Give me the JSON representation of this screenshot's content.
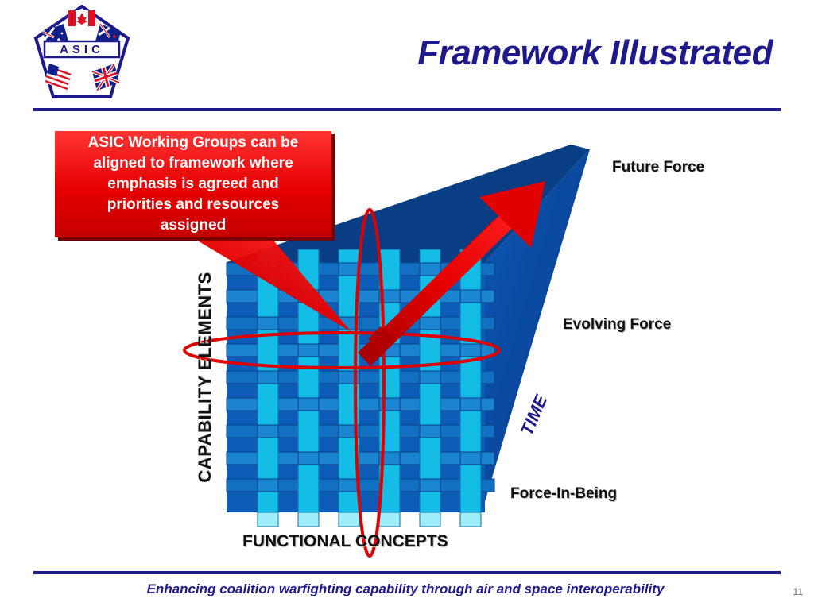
{
  "logo": {
    "text": "ASIC",
    "icon": "asic-pentagon-flags-logo"
  },
  "title": "Framework Illustrated",
  "callout": {
    "lines": [
      "ASIC Working Groups can be",
      "aligned to framework where",
      "emphasis is agreed and",
      "priorities and resources",
      "assigned"
    ]
  },
  "labels": {
    "future_force": "Future Force",
    "evolving_force": "Evolving Force",
    "force_in_being": "Force-In-Being",
    "time": "TIME",
    "capability_elements": "CAPABILITY ELEMENTS",
    "functional_concepts": "FUNCTIONAL CONCEPTS"
  },
  "footer": "Enhancing coalition warfighting capability through air and space interoperability",
  "page_number": "11",
  "colors": {
    "navy": "#1f1a8c",
    "callout_red": "#e60000",
    "grid_cyan": "#00b0e0",
    "grid_blue": "#1060b0",
    "wedge_blue": "#0a4aa0",
    "highlight_red": "#dd0000"
  }
}
